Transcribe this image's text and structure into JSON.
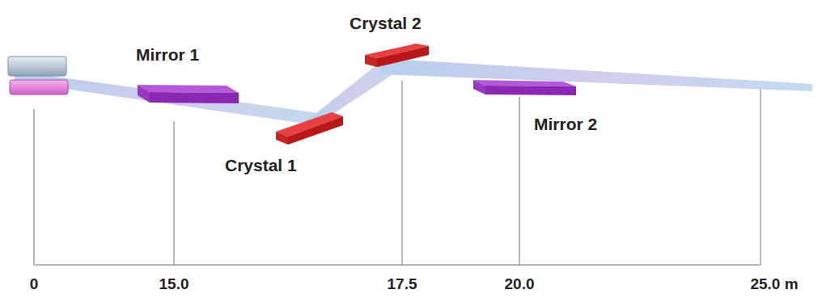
{
  "diagram": {
    "labels": [
      "Mirror 1",
      "Crystal 1",
      "Crystal 2",
      "Mirror 2",
      "0",
      "15.0",
      "17.5",
      "20.0",
      "25.0 m"
    ]
  }
}
